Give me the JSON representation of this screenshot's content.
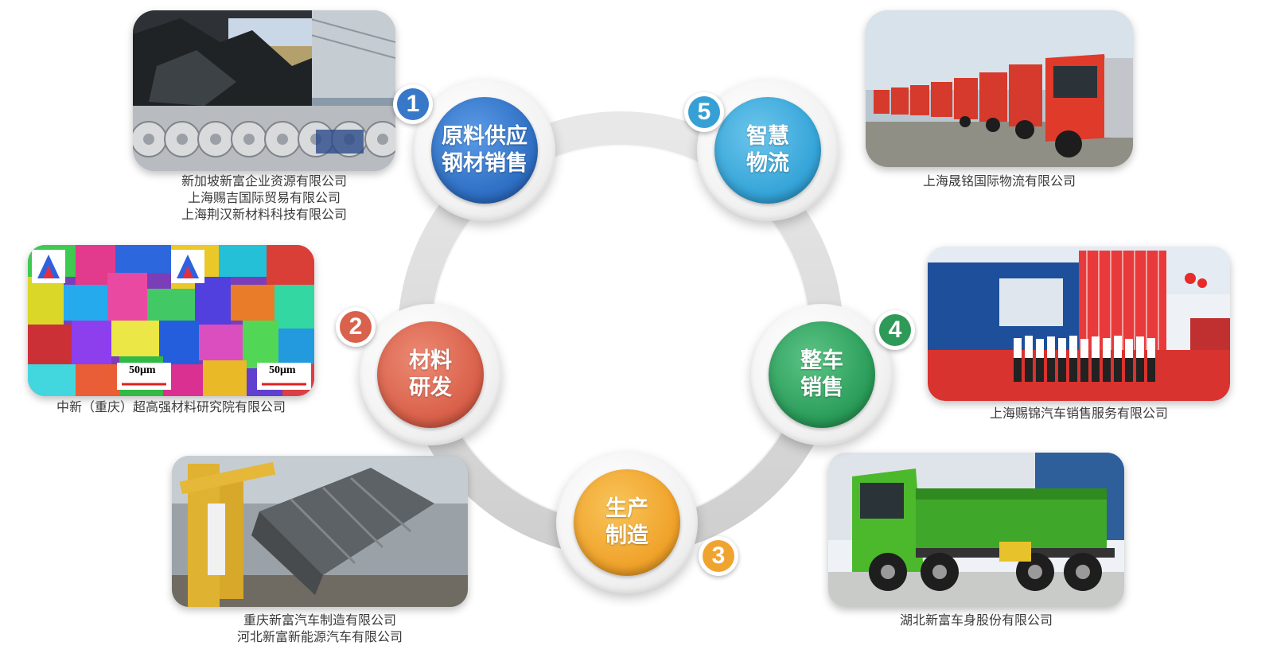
{
  "colors": {
    "node1": "#2f6fc4",
    "node2": "#d9604a",
    "node3": "#f0a22a",
    "node4": "#2b9d5a",
    "node5": "#35a4d8",
    "badge1": "#3878c8",
    "badge2": "#d8624c",
    "badge3": "#f0a430",
    "badge4": "#2f9a58",
    "badge5": "#36a0d4"
  },
  "nodes": [
    {
      "number": "1",
      "line1": "原料供应",
      "line2": "钢材销售"
    },
    {
      "number": "2",
      "line1": "材料",
      "line2": "研发"
    },
    {
      "number": "3",
      "line1": "生产",
      "line2": "制造"
    },
    {
      "number": "4",
      "line1": "整车",
      "line2": "销售"
    },
    {
      "number": "5",
      "line1": "智慧",
      "line2": "物流"
    }
  ],
  "captions": {
    "raw_material": [
      "新加坡新富企业资源有限公司",
      "上海赐吉国际贸易有限公司",
      "上海荆汉新材料科技有限公司"
    ],
    "research": [
      "中新（重庆）超高强材料研究院有限公司"
    ],
    "manufacturing": [
      "重庆新富汽车制造有限公司",
      "河北新富新能源汽车有限公司"
    ],
    "vehicle_sales": [
      "上海赐锦汽车销售服务有限公司"
    ],
    "body": [
      "湖北新富车身股份有限公司"
    ],
    "logistics": [
      "上海晟铭国际物流有限公司"
    ]
  },
  "photo_labels": {
    "scale_bar_left": "50μm",
    "scale_bar_right": "50μm"
  },
  "icons": {
    "raw_material_photo": "coal-and-steel-coils-photo",
    "research_photo": "microstructure-ebsd-photo",
    "manufacturing_photo": "truck-body-welding-photo",
    "vehicle_sales_photo": "sales-team-photo",
    "body_photo": "green-dump-truck-photo",
    "logistics_photo": "red-truck-fleet-photo"
  }
}
